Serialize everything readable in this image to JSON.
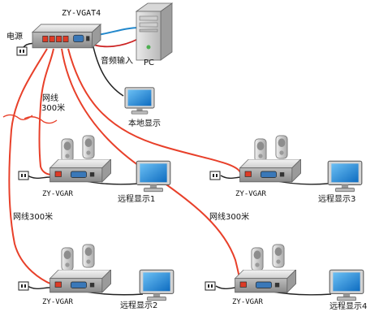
{
  "sender": {
    "model": "ZY-VGAT4",
    "power_label": "电源",
    "audio_in_label": "音频输入",
    "pc_label": "PC"
  },
  "local": {
    "label": "本地显示"
  },
  "cable_top": {
    "line1": "网线",
    "line2": "300米"
  },
  "cable_left": "网线300米",
  "cable_mid": "网线300米",
  "receivers": [
    {
      "model": "ZY-VGAR",
      "display": "远程显示1"
    },
    {
      "model": "ZY-VGAR",
      "display": "远程显示2"
    },
    {
      "model": "ZY-VGAR",
      "display": "远程显示3"
    },
    {
      "model": "ZY-VGAR",
      "display": "远程显示4"
    }
  ],
  "colors": {
    "network_cable": "#e8402a",
    "vga_cable": "#2288cc",
    "audio_cable": "#cc2222",
    "power_cable": "#222222",
    "screen": "#1e86d8"
  }
}
